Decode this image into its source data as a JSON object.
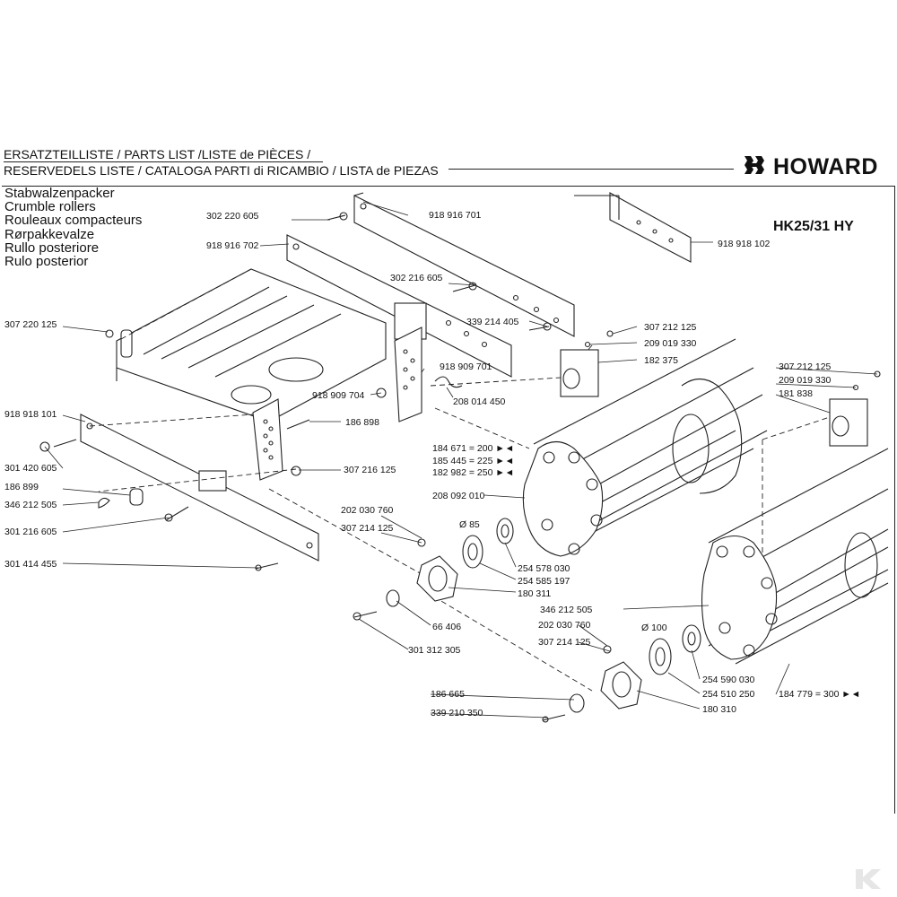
{
  "header": {
    "line1": "ERSATZTEILLISTE / PARTS LIST /LISTE de PIÈCES /",
    "line2": "RESERVEDELS LISTE / CATALOGA PARTI di RICAMBIO / LISTA de PIEZAS"
  },
  "brand": {
    "name": "HOWARD"
  },
  "model": "HK25/31 HY",
  "titles": [
    "Stabwalzenpacker",
    "Crumble rollers",
    "Rouleaux compacteurs",
    "Rørpakkevalze",
    "Rullo posteriore",
    "Rulo posterior"
  ],
  "parts": [
    {
      "id": "p1",
      "text": "302 220 605"
    },
    {
      "id": "p2",
      "text": "918 916 701"
    },
    {
      "id": "p3",
      "text": "918 918 102"
    },
    {
      "id": "p4",
      "text": "918 916 702"
    },
    {
      "id": "p5",
      "text": "302 216 605"
    },
    {
      "id": "p6",
      "text": "339 214 405"
    },
    {
      "id": "p7",
      "text": "307 220 125"
    },
    {
      "id": "p8",
      "text": "307 212 125"
    },
    {
      "id": "p9",
      "text": "209 019 330"
    },
    {
      "id": "p10",
      "text": "182 375"
    },
    {
      "id": "p11",
      "text": "918 909 701"
    },
    {
      "id": "p12",
      "text": "307 212 125"
    },
    {
      "id": "p13",
      "text": "209 019 330"
    },
    {
      "id": "p14",
      "text": "181 838"
    },
    {
      "id": "p15",
      "text": "918 909 704"
    },
    {
      "id": "p16",
      "text": "208 014 450"
    },
    {
      "id": "p17",
      "text": "918 918 101"
    },
    {
      "id": "p18",
      "text": "186 898"
    },
    {
      "id": "p19",
      "text": "184 671 = 200 ►◄"
    },
    {
      "id": "p20",
      "text": "185 445 = 225 ►◄"
    },
    {
      "id": "p21",
      "text": "182 982 = 250 ►◄"
    },
    {
      "id": "p22",
      "text": "301 420 605"
    },
    {
      "id": "p23",
      "text": "307 216 125"
    },
    {
      "id": "p24",
      "text": "186 899"
    },
    {
      "id": "p25",
      "text": "208 092 010"
    },
    {
      "id": "p26",
      "text": "346 212 505"
    },
    {
      "id": "p27",
      "text": "202 030 760"
    },
    {
      "id": "p28",
      "text": "307 214 125"
    },
    {
      "id": "p29",
      "text": "301 216 605"
    },
    {
      "id": "p30",
      "text": "Ø 85"
    },
    {
      "id": "p31",
      "text": "301 414 455"
    },
    {
      "id": "p32",
      "text": "254 578 030"
    },
    {
      "id": "p33",
      "text": "254 585 197"
    },
    {
      "id": "p34",
      "text": "180 311"
    },
    {
      "id": "p35",
      "text": "346 212 505"
    },
    {
      "id": "p36",
      "text": "66 406"
    },
    {
      "id": "p37",
      "text": "202 030 760"
    },
    {
      "id": "p38",
      "text": "Ø 100"
    },
    {
      "id": "p39",
      "text": "301 312 305"
    },
    {
      "id": "p40",
      "text": "307 214 125"
    },
    {
      "id": "p41",
      "text": "254 590 030"
    },
    {
      "id": "p42",
      "text": "186 665"
    },
    {
      "id": "p43",
      "text": "254 510 250"
    },
    {
      "id": "p44",
      "text": "184 779 = 300 ►◄"
    },
    {
      "id": "p45",
      "text": "339 210 350"
    },
    {
      "id": "p46",
      "text": "180 310"
    }
  ]
}
